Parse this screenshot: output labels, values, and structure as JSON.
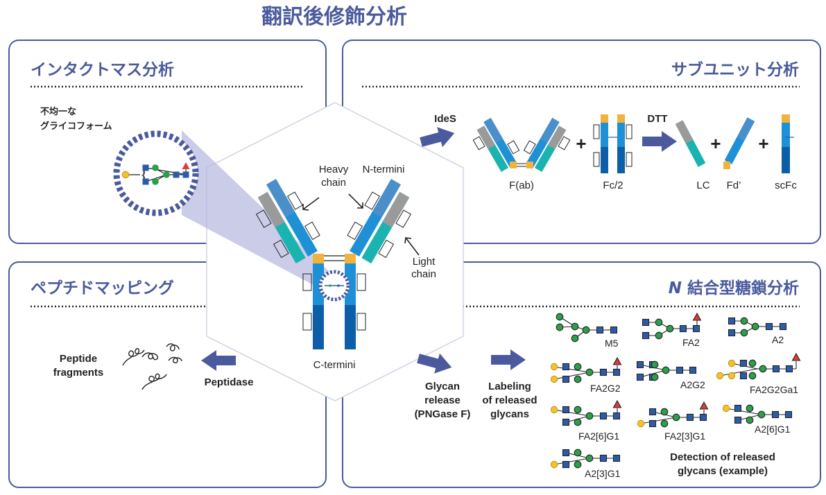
{
  "title": "翻訳後修飾分析",
  "panels": {
    "intact": {
      "title": "インタクトマス分析",
      "note_line1": "不均一な",
      "note_line2": "グライコフォーム"
    },
    "subunit": {
      "title": "サブユニット分析",
      "enzyme1": "IdeS",
      "enzyme2": "DTT",
      "fab": "F(ab)",
      "fc2": "Fc/2",
      "lc": "LC",
      "fd": "Fd’",
      "scfc": "scFc",
      "plus": "+"
    },
    "peptide": {
      "title": "ペプチドマッピング",
      "fragments_line1": "Peptide",
      "fragments_line2": "fragments",
      "enzyme": "Peptidase"
    },
    "nglycan": {
      "title_italic": "N",
      "title_rest": " 結合型糖鎖分析",
      "step1_line1": "Glycan",
      "step1_line2": "release",
      "step1_line3": "(PNGase F)",
      "step2_line1": "Labeling",
      "step2_line2": "of released",
      "step2_line3": "glycans",
      "detection_line1": "Detection of released",
      "detection_line2": "glycans (example)",
      "glycans": [
        "M5",
        "FA2",
        "A2",
        "FA2G2",
        "A2G2",
        "FA2G2Ga1",
        "FA2[6]G1",
        "FA2[3]G1",
        "A2[6]G1",
        "A2[3]G1"
      ]
    }
  },
  "antibody": {
    "heavy_line1": "Heavy",
    "heavy_line2": "chain",
    "n_termini": "N-termini",
    "light_line1": "Light",
    "light_line2": "chain",
    "c_termini": "C-termini"
  },
  "colors": {
    "accent": "#4a5a9c",
    "heavy_light_blue": "#4a8fc9",
    "heavy_mid_blue": "#1e90d6",
    "heavy_dark_blue": "#0d5ea8",
    "light_gray": "#9a9a9a",
    "light_teal": "#1ab3b0",
    "hinge_orange": "#f2b33d",
    "glcnac_blue": "#2a5caa",
    "mannose_green": "#2aa04a",
    "galactose_yellow": "#f2c12e",
    "fucose_red": "#e03a3a"
  }
}
